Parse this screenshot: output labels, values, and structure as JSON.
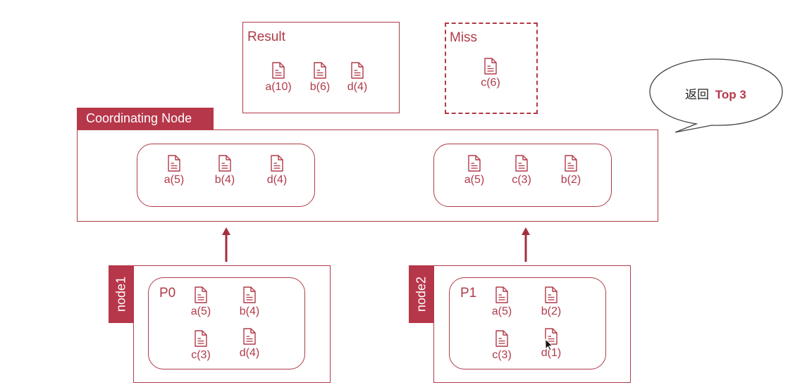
{
  "result": {
    "title": "Result",
    "docs": [
      "a(10)",
      "b(6)",
      "d(4)"
    ]
  },
  "miss": {
    "title": "Miss",
    "docs": [
      "c(6)"
    ]
  },
  "bubble": {
    "prefix": "返回",
    "bold": "Top 3"
  },
  "coordinating": {
    "title": "Coordinating Node",
    "left_docs": [
      "a(5)",
      "b(4)",
      "d(4)"
    ],
    "right_docs": [
      "a(5)",
      "c(3)",
      "b(2)"
    ]
  },
  "node1": {
    "tag": "node1",
    "shard": "P0",
    "docs": [
      "a(5)",
      "b(4)",
      "c(3)",
      "d(4)"
    ]
  },
  "node2": {
    "tag": "node2",
    "shard": "P1",
    "docs": [
      "a(5)",
      "b(2)",
      "c(3)",
      "d(1)"
    ]
  },
  "colors": {
    "accent": "#b03a48",
    "tag_bg": "#b7374a"
  }
}
